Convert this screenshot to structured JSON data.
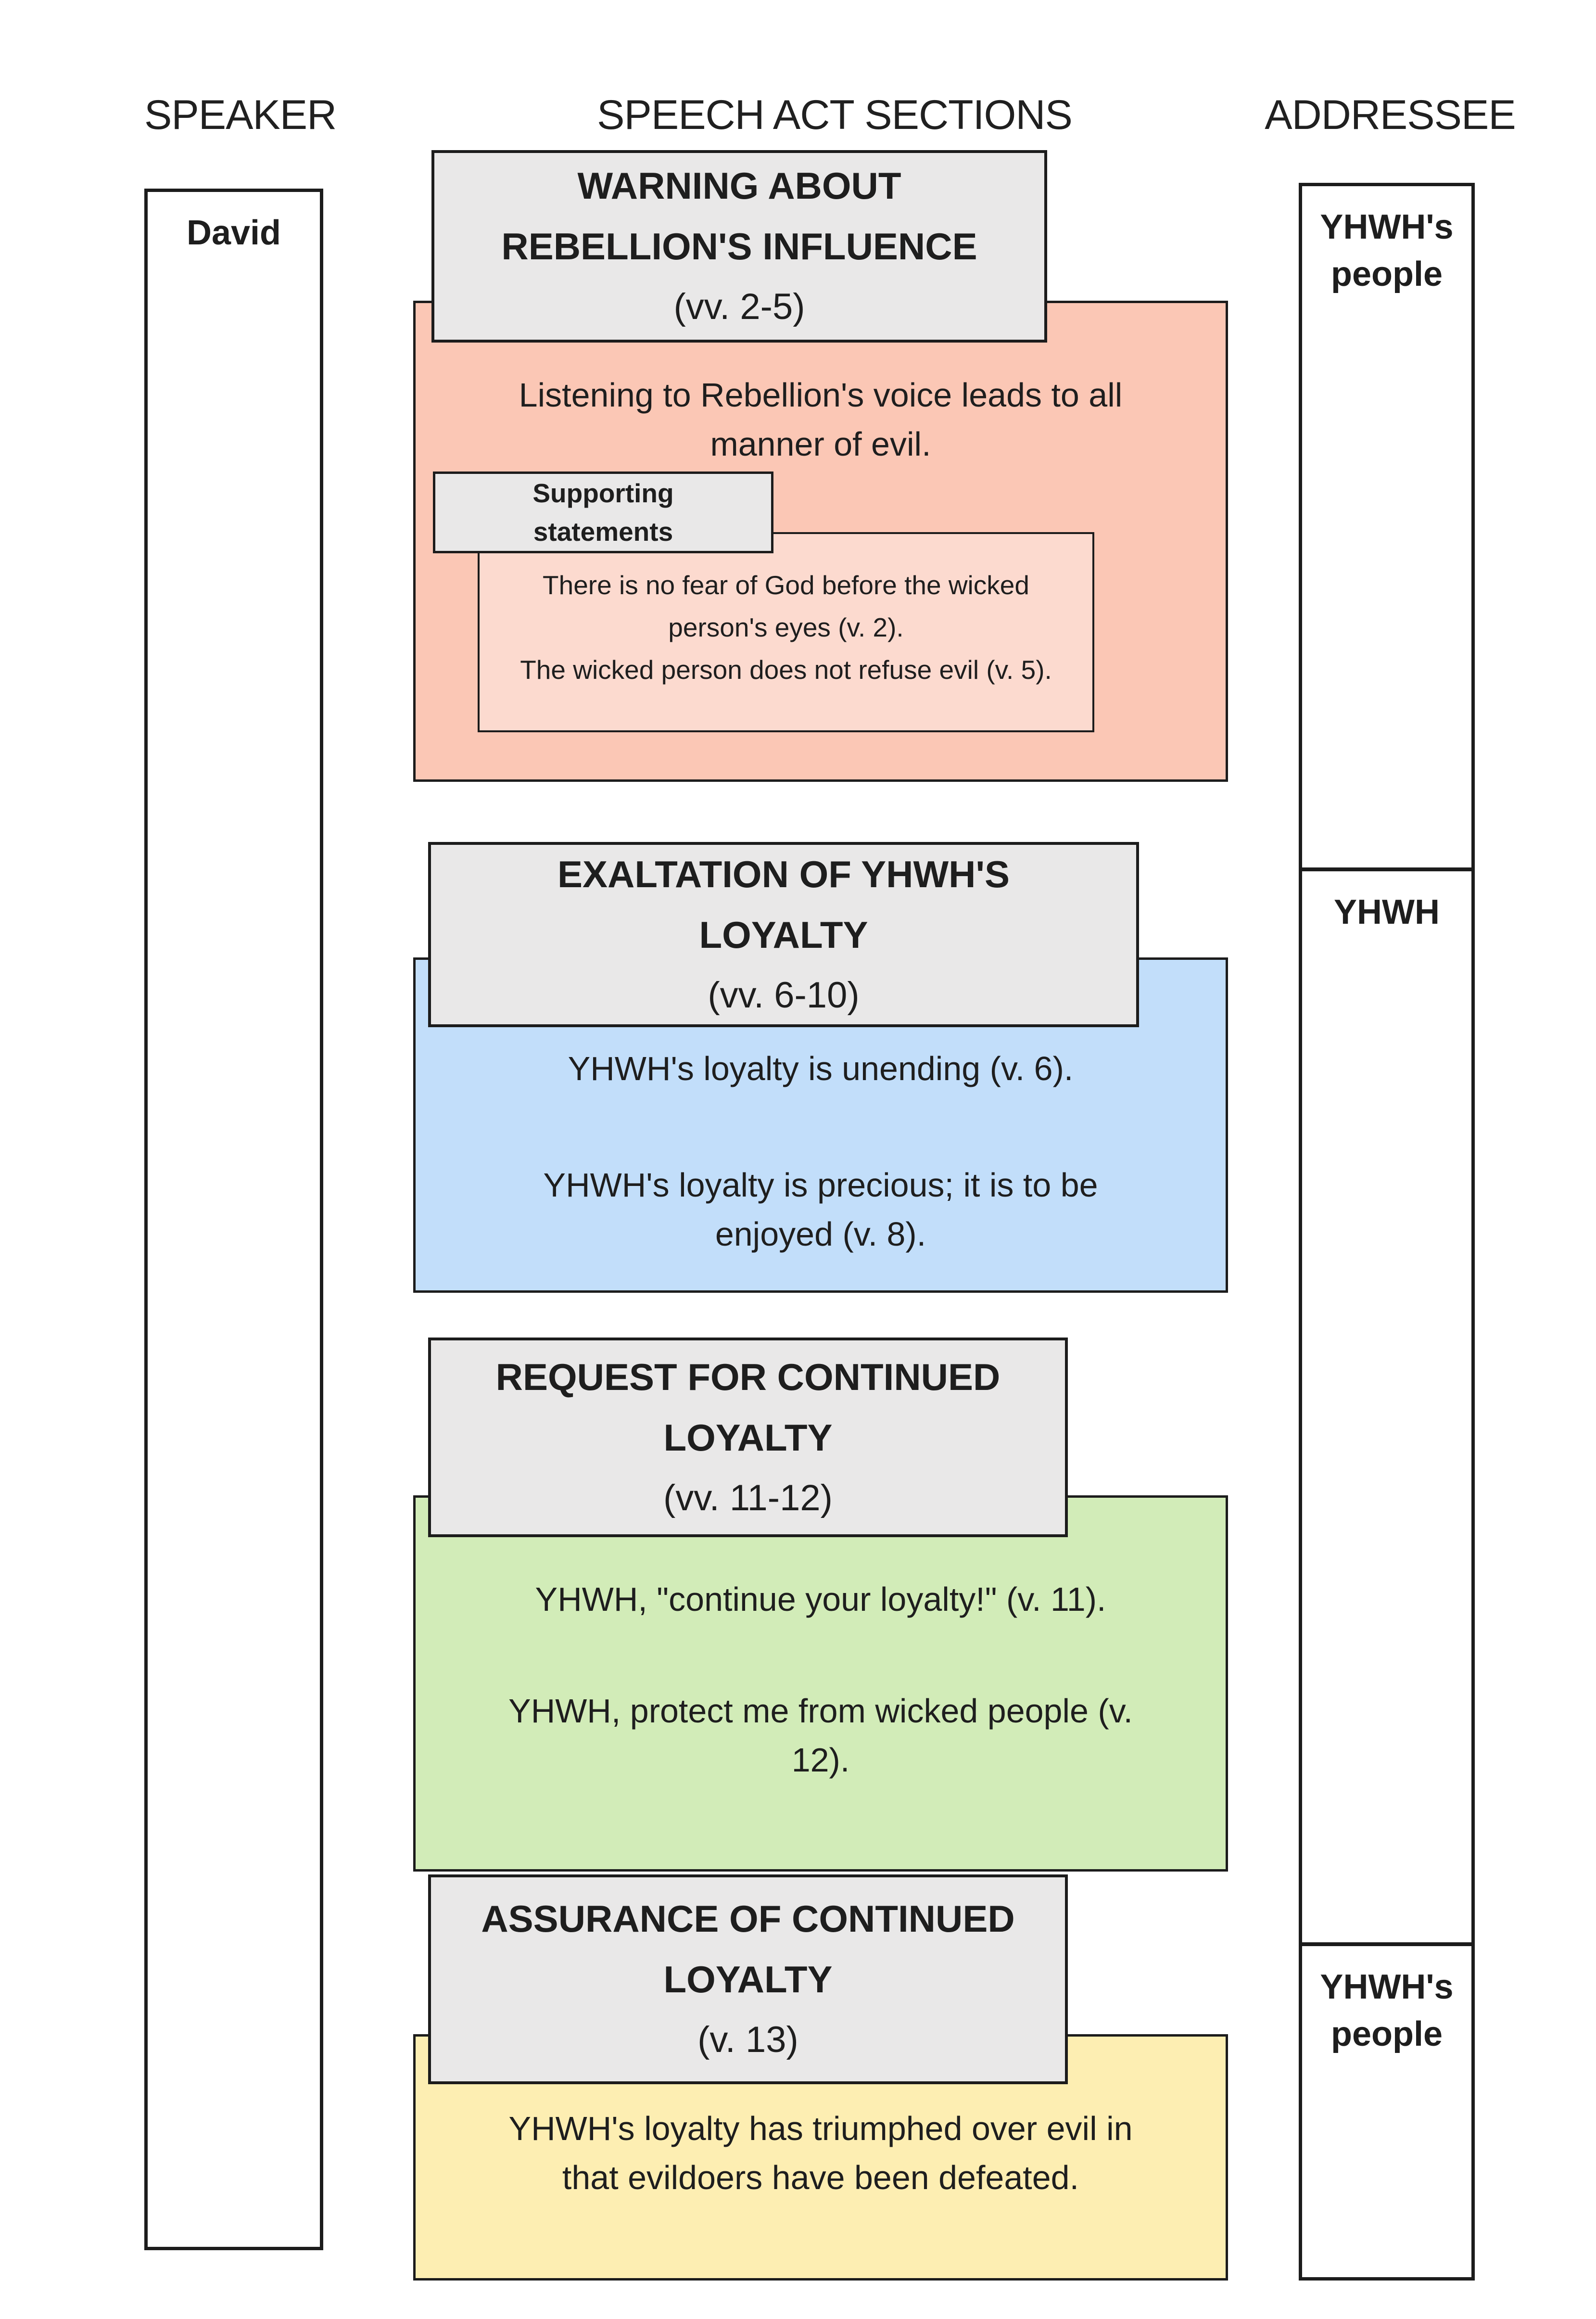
{
  "page": {
    "background": "#ffffff",
    "text_color": "#1e1e1e",
    "border_color": "#1c1c1c",
    "header_fill": "#e9e8e8"
  },
  "column_headers": {
    "speaker": "SPEAKER",
    "speech_acts": "SPEECH ACT SECTIONS",
    "addressee": "ADDRESSEE"
  },
  "speaker": {
    "name": "David"
  },
  "addressees": [
    {
      "name": "YHWH's people"
    },
    {
      "name": "YHWH"
    },
    {
      "name": "YHWH's people"
    }
  ],
  "sections": [
    {
      "title_lines": [
        "WARNING ABOUT",
        "REBELLION'S INFLUENCE"
      ],
      "verses": "(vv. 2-5)",
      "fill": "#fbc7b5",
      "statements": [
        "Listening to Rebellion's voice leads to all manner of evil."
      ],
      "supporting": {
        "label": "Supporting statements",
        "fill": "#fcdacf",
        "statements": [
          "There is no fear of God before the wicked person's eyes (v. 2).",
          "The wicked person does not refuse evil (v. 5)."
        ]
      }
    },
    {
      "title_lines": [
        "EXALTATION OF YHWH'S",
        "LOYALTY"
      ],
      "verses": "(vv. 6-10)",
      "fill": "#c2defa",
      "statements": [
        "YHWH's loyalty is unending (v. 6).",
        "YHWH's loyalty is precious; it is to be enjoyed (v. 8)."
      ]
    },
    {
      "title_lines": [
        "REQUEST FOR CONTINUED",
        "LOYALTY"
      ],
      "verses": "(vv. 11-12)",
      "fill": "#d2ecb8",
      "statements": [
        "YHWH, \"continue your loyalty!\" (v. 11).",
        "YHWH, protect me from wicked people (v. 12)."
      ]
    },
    {
      "title_lines": [
        "ASSURANCE OF CONTINUED",
        "LOYALTY"
      ],
      "verses": "(v. 13)",
      "fill": "#fdeeb2",
      "statements": [
        "YHWH's loyalty has triumphed over evil in that evildoers have been defeated."
      ]
    }
  ]
}
